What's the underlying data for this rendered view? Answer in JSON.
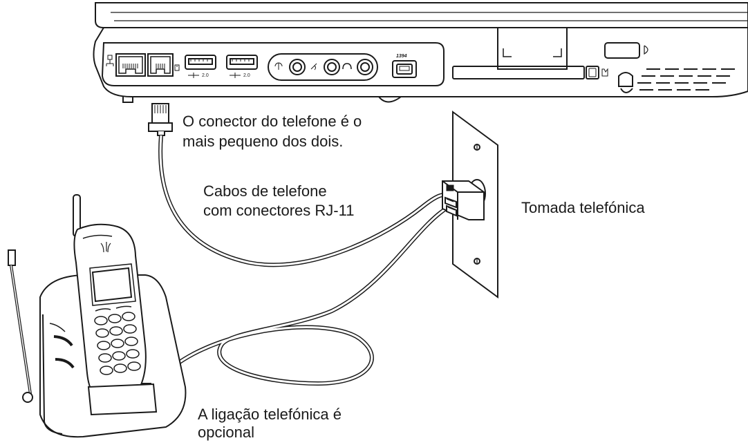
{
  "labels": {
    "connector_line1": "O conector do telefone é o",
    "connector_line2": "mais pequeno dos dois.",
    "cables_line1": "Cabos de telefone",
    "cables_line2": "com conectores RJ-11",
    "wall_socket": "Tomada telefónica",
    "optional_line1": "A ligação telefónica é",
    "optional_line2": "opcional"
  },
  "port_labels": {
    "usb1": "2.0",
    "usb2": "2.0",
    "firewire": "1394"
  }
}
